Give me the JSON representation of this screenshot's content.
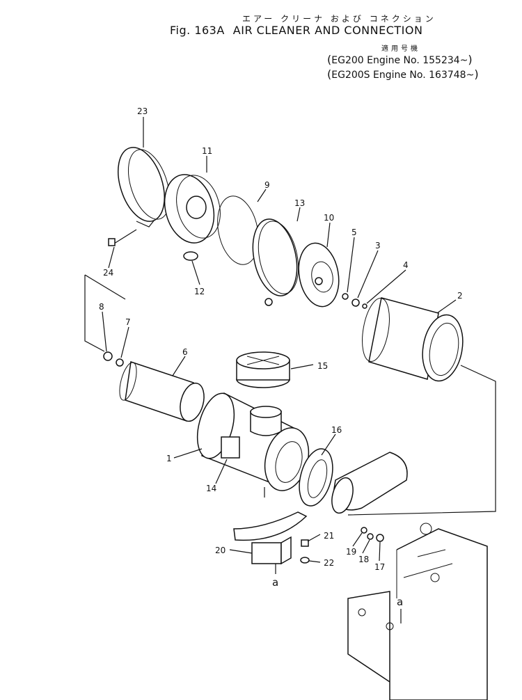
{
  "header": {
    "jp_title": "エアー クリーナ および コネクション",
    "fig_no": "Fig. 163A",
    "title": "AIR CLEANER AND CONNECTION",
    "applicability_jp": "適用号機",
    "applicability": [
      "EG200  Engine No. 155234~",
      "EG200S Engine No. 163748~"
    ]
  },
  "callouts": [
    "1",
    "2",
    "3",
    "4",
    "5",
    "6",
    "7",
    "8",
    "9",
    "10",
    "11",
    "12",
    "13",
    "14",
    "15",
    "16",
    "17",
    "18",
    "19",
    "20",
    "21",
    "22",
    "23",
    "24"
  ],
  "reference_marks": [
    "a",
    "a"
  ]
}
